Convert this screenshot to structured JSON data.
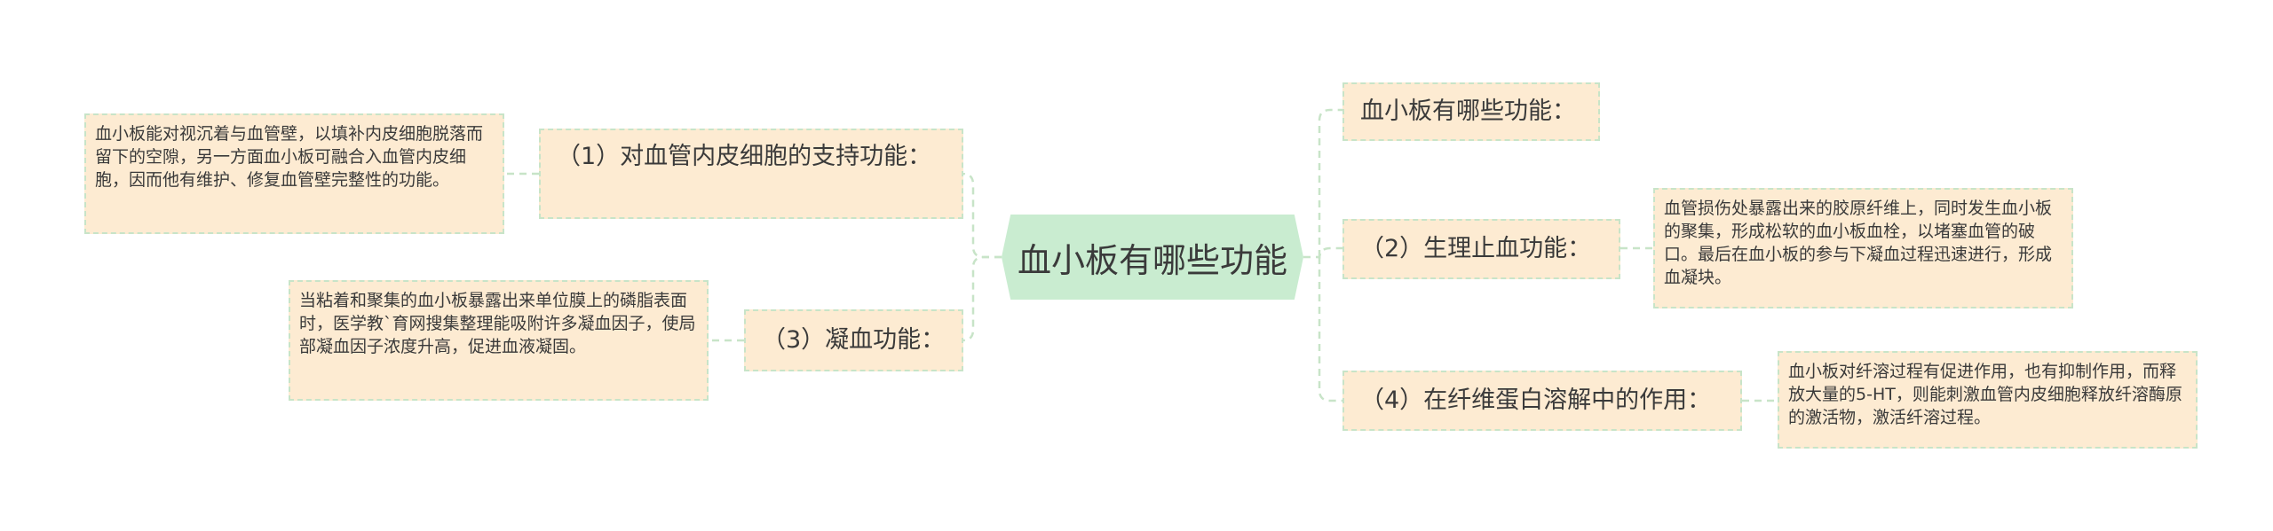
{
  "root": {
    "label": "血小板有哪些功能"
  },
  "branches": {
    "b1": {
      "label": "（1）对血管内皮细胞的支持功能：",
      "leaf": "血小板能对视沉着与血管壁，以填补内皮细胞脱落而留下的空隙，另一方面血小板可融合入血管内皮细胞，因而他有维护、修复血管壁完整性的功能。"
    },
    "b3": {
      "label": "（3）凝血功能：",
      "leaf": "当粘着和聚集的血小板暴露出来单位膜上的磷脂表面时，医学教`育网搜集整理能吸附许多凝血因子，使局部凝血因子浓度升高，促进血液凝固。"
    },
    "b0": {
      "label": "血小板有哪些功能："
    },
    "b2": {
      "label": "（2）生理止血功能：",
      "leaf": "血管损伤处暴露出来的胶原纤维上，同时发生血小板的聚集，形成松软的血小板血栓，以堵塞血管的破口。最后在血小板的参与下凝血过程迅速进行，形成血凝块。"
    },
    "b4": {
      "label": "（4）在纤维蛋白溶解中的作用：",
      "leaf": "血小板对纤溶过程有促进作用，也有抑制作用，而释放大量的5-HT，则能刺激血管内皮细胞释放纤溶酶原的激活物，激活纤溶过程。"
    }
  },
  "colors": {
    "root_fill": "#c9ecd0",
    "node_fill": "#fdebd2",
    "dash": "#c8e4c8",
    "text": "#3a3a3a"
  }
}
